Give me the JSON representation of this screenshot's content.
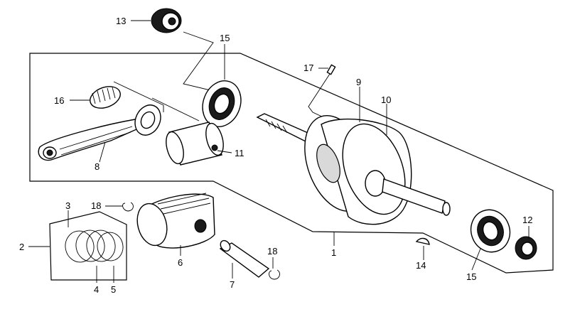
{
  "callouts": {
    "c1": "1",
    "c2": "2",
    "c3": "3",
    "c4": "4",
    "c5": "5",
    "c6": "6",
    "c7": "7",
    "c8": "8",
    "c9": "9",
    "c10": "10",
    "c11": "11",
    "c12": "12",
    "c13": "13",
    "c14": "14",
    "c15a": "15",
    "c15b": "15",
    "c16": "16",
    "c17": "17",
    "c18a": "18",
    "c18b": "18"
  }
}
